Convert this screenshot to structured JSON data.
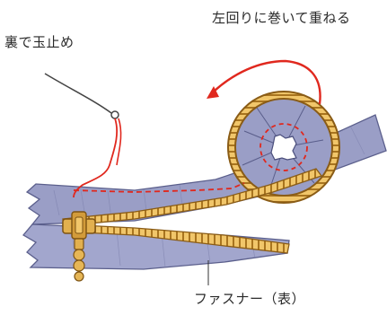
{
  "labels": {
    "roll_left": "左回りに巻いて重ねる",
    "back_knot": "裏で玉止め",
    "zipper_front": "ファスナー（表）"
  },
  "colors": {
    "fabric": "#8e92bd",
    "fabric_light": "#b3b7d8",
    "zipper_teeth": "#d9a441",
    "zipper_edge": "#9a6a1c",
    "thread": "#e0281e",
    "needle_thread": "#444444"
  }
}
